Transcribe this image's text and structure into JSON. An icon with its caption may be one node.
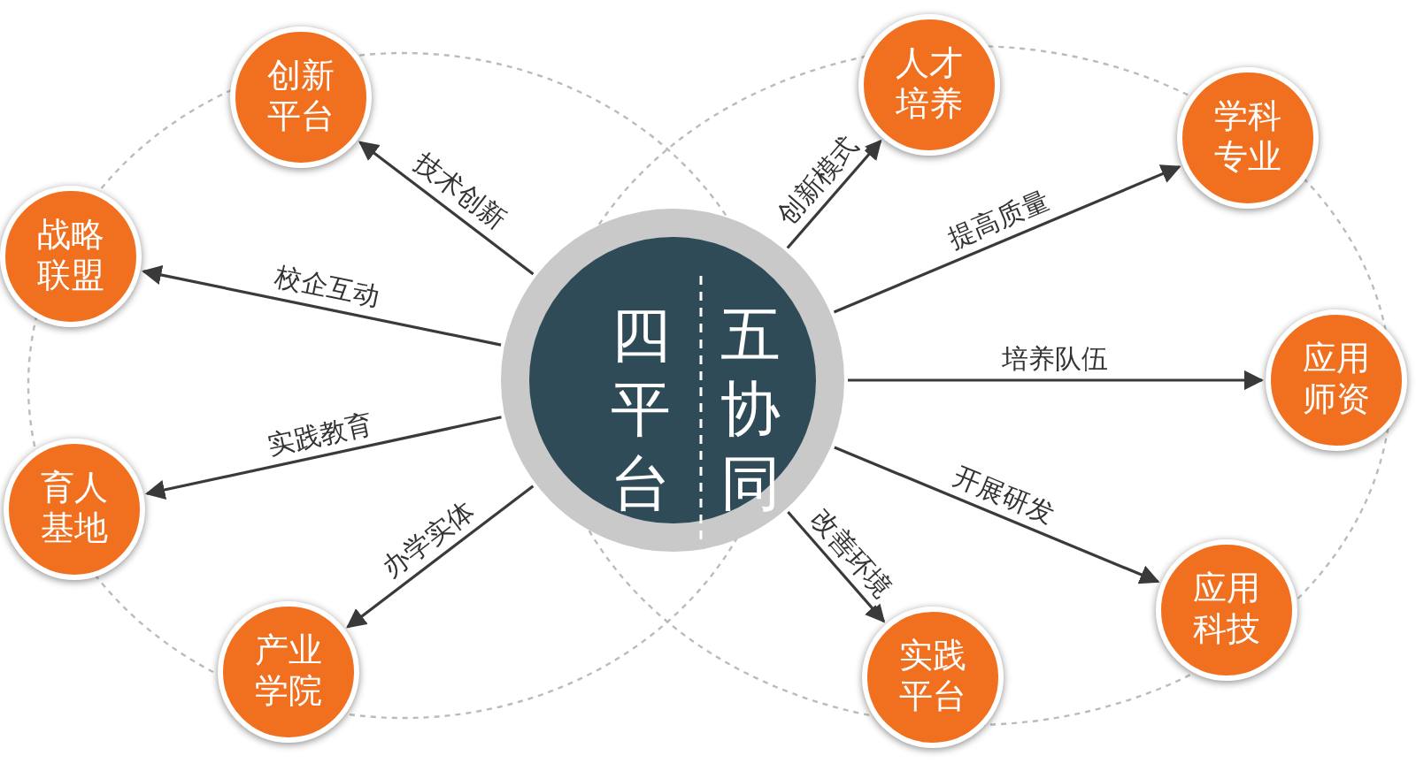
{
  "diagram": {
    "nodes": [
      {
        "text": [
          "四平台",
          "五协同"
        ]
      },
      {
        "text": [
          "创新平台"
        ]
      },
      {
        "text": [
          "战略联盟"
        ]
      },
      {
        "text": [
          "育人基地"
        ]
      },
      {
        "text": [
          "产业学院"
        ]
      },
      {
        "text": [
          "人才培养"
        ]
      },
      {
        "text": [
          "学科专业"
        ]
      },
      {
        "text": [
          "应用师资"
        ]
      },
      {
        "text": [
          "应用科技"
        ]
      },
      {
        "text": [
          "实践平台"
        ]
      }
    ],
    "edges": [
      {
        "from": 0,
        "to": 1,
        "arrow": "to",
        "label": "技术创新"
      },
      {
        "from": 0,
        "to": 2,
        "arrow": "to",
        "label": "校企互动"
      },
      {
        "from": 0,
        "to": 3,
        "arrow": "to",
        "label": "实践教育"
      },
      {
        "from": 0,
        "to": 4,
        "arrow": "to",
        "label": "办学实体"
      },
      {
        "from": 0,
        "to": 5,
        "arrow": "to",
        "label": "创新模式"
      },
      {
        "from": 0,
        "to": 6,
        "arrow": "to",
        "label": "提高质量"
      },
      {
        "from": 0,
        "to": 7,
        "arrow": "to",
        "label": "培养队伍"
      },
      {
        "from": 0,
        "to": 8,
        "arrow": "to",
        "label": "开展研发"
      },
      {
        "from": 0,
        "to": 9,
        "arrow": "to",
        "label": "改善环境"
      }
    ]
  }
}
